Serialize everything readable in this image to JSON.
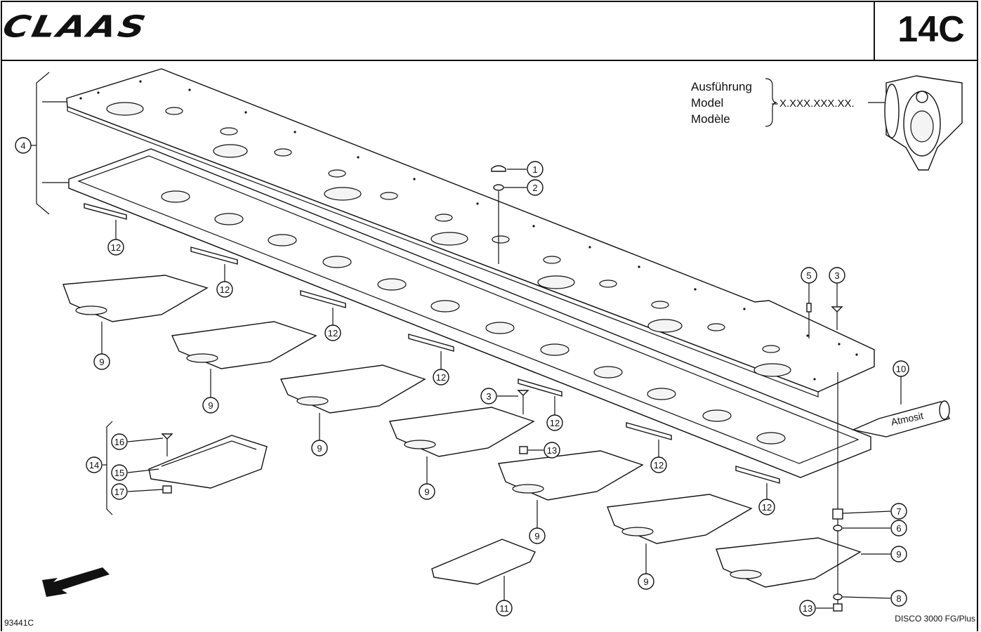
{
  "header": {
    "brand": "CLAAS",
    "page_code": "14C"
  },
  "model_box": {
    "labels": [
      "Ausführung",
      "Model",
      "Modèle"
    ],
    "number_pattern": "X.XXX.XXX.XX."
  },
  "callouts": {
    "p1": "1",
    "p2": "2",
    "p3a": "3",
    "p3b": "3",
    "p4": "4",
    "p5": "5",
    "p6": "6",
    "p7": "7",
    "p8": "8",
    "p9": "9",
    "p10": "10",
    "p11": "11",
    "p12": "12",
    "p13": "13",
    "p14": "14",
    "p15": "15",
    "p16": "16",
    "p17": "17"
  },
  "product_label": "Atmosit",
  "footer": {
    "drawing_no": "93441C",
    "model": "DISCO 3000 FG/Plus"
  }
}
